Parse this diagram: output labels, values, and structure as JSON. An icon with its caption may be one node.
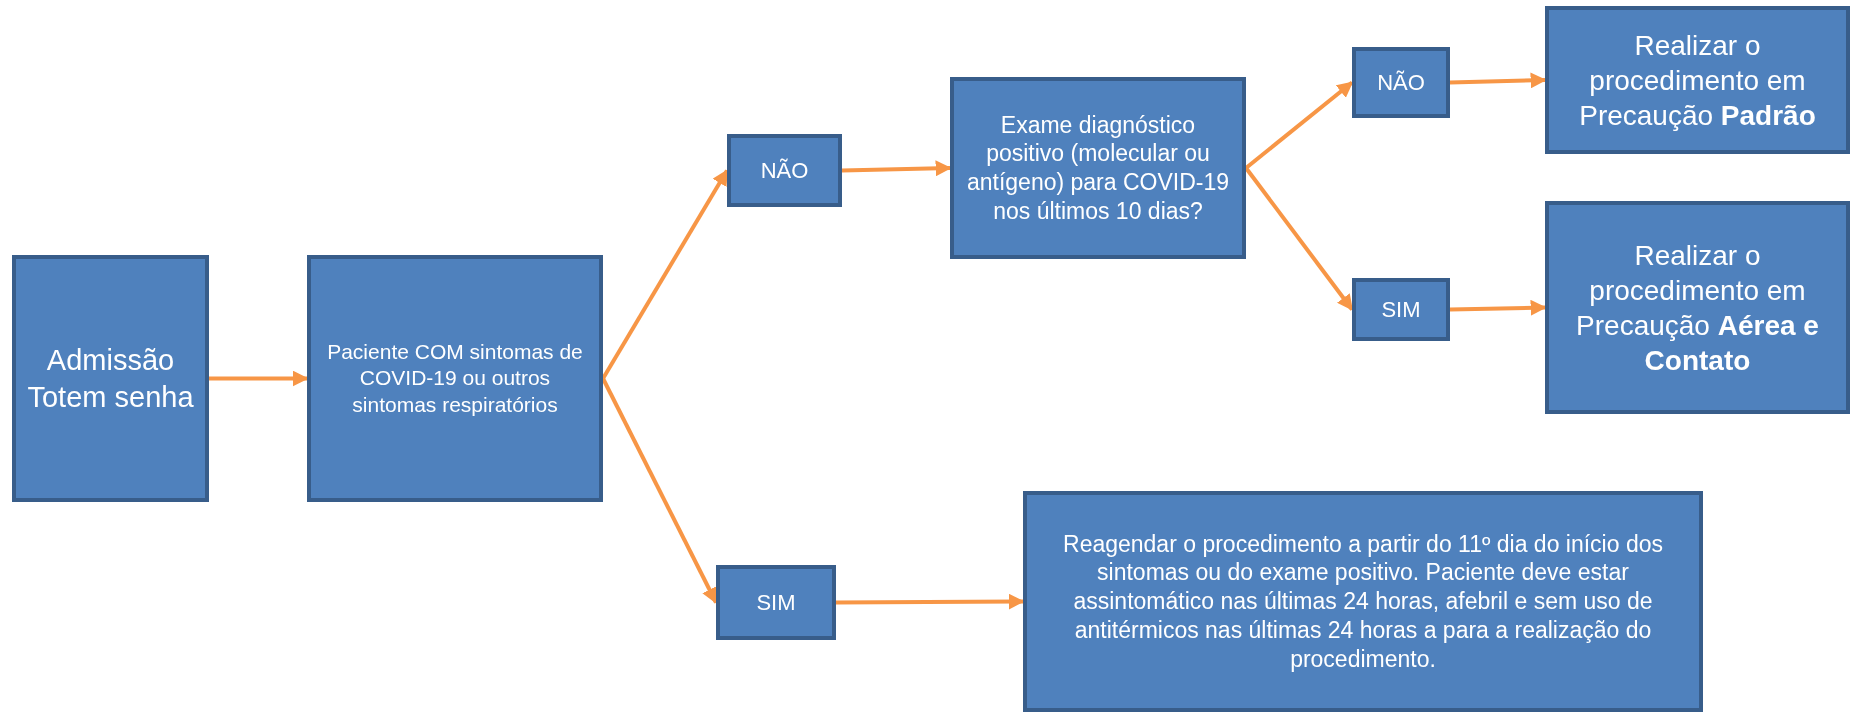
{
  "diagram": {
    "nodes": [
      {
        "text": [
          "Admissão Totem senha"
        ]
      },
      {
        "text": [
          "Paciente COM sintomas de COVID-19 ou outros sintomas respiratórios"
        ]
      },
      {
        "text": [
          "NÃO"
        ]
      },
      {
        "text": [
          "SIM"
        ]
      },
      {
        "text": [
          "Exame diagnóstico positivo (molecular ou antígeno) para COVID-19 nos últimos 10 dias?"
        ]
      },
      {
        "text": [
          "NÃO"
        ]
      },
      {
        "text": [
          "SIM"
        ]
      },
      {
        "text": [
          "Realizar o procedimento em Precaução **Padrão**"
        ]
      },
      {
        "text": [
          "Realizar o procedimento em Precaução **Aérea e Contato**"
        ]
      },
      {
        "text": [
          "Reagendar o procedimento a partir do 11º dia do início dos sintomas ou do exame positivo. Paciente deve estar assintomático nas últimas 24 horas, afebril e sem uso de antitérmicos nas últimas 24 horas a para a realização do procedimento."
        ]
      }
    ],
    "edges": [
      {
        "from": 0,
        "to": 1,
        "arrow": "to"
      },
      {
        "from": 1,
        "to": 2,
        "arrow": "to"
      },
      {
        "from": 1,
        "to": 3,
        "arrow": "to"
      },
      {
        "from": 2,
        "to": 4,
        "arrow": "to"
      },
      {
        "from": 4,
        "to": 5,
        "arrow": "to"
      },
      {
        "from": 4,
        "to": 6,
        "arrow": "to"
      },
      {
        "from": 5,
        "to": 7,
        "arrow": "to"
      },
      {
        "from": 6,
        "to": 8,
        "arrow": "to"
      },
      {
        "from": 3,
        "to": 9,
        "arrow": "to"
      }
    ]
  }
}
